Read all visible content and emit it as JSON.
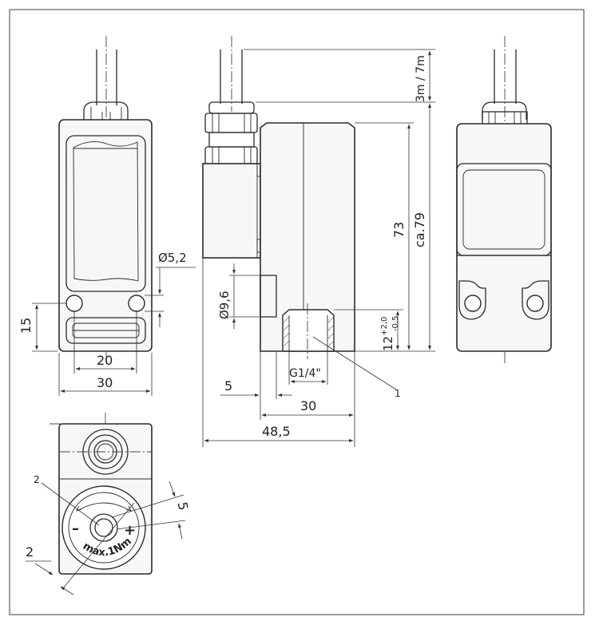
{
  "dimensions": {
    "hole_diameter": "Ø5,2",
    "hole_spacing_height": "15",
    "hole_spacing_width": "20",
    "front_width": "30",
    "cable_length": "3m / 7m",
    "body_height": "73",
    "total_height": "ca.79",
    "port_diameter": "Ø9,6",
    "thread_depth": "12",
    "thread_depth_tol_upper": "+2,0",
    "thread_depth_tol_lower": "-0,5",
    "thread": "G1/4\"",
    "offset": "5",
    "side_body_width": "30",
    "total_width": "48,5",
    "callout_1": "1",
    "callout_2": "2",
    "bottom_offset": "2",
    "adjust_angle": "5",
    "torque": "max.1Nm",
    "minus_sign": "–",
    "plus_sign": "+"
  },
  "colors": {
    "line": "#2a2a2a",
    "fill": "#f7f7f7",
    "background": "#ffffff"
  }
}
